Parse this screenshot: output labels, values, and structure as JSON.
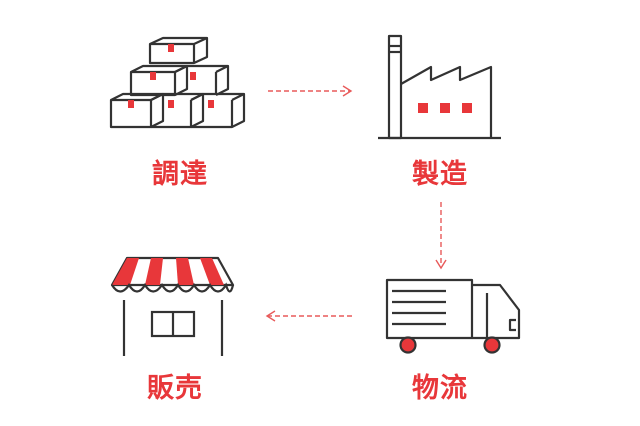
{
  "colors": {
    "accent": "#e8373a",
    "line": "#333333",
    "arrow": "#e85a5a"
  },
  "stages": {
    "procurement": {
      "label": "調達",
      "icon": "stacked-boxes-icon"
    },
    "manufacturing": {
      "label": "製造",
      "icon": "factory-icon"
    },
    "logistics": {
      "label": "物流",
      "icon": "truck-icon"
    },
    "sales": {
      "label": "販売",
      "icon": "storefront-icon"
    }
  },
  "flow": [
    {
      "from": "procurement",
      "to": "manufacturing"
    },
    {
      "from": "manufacturing",
      "to": "logistics"
    },
    {
      "from": "logistics",
      "to": "sales"
    }
  ]
}
